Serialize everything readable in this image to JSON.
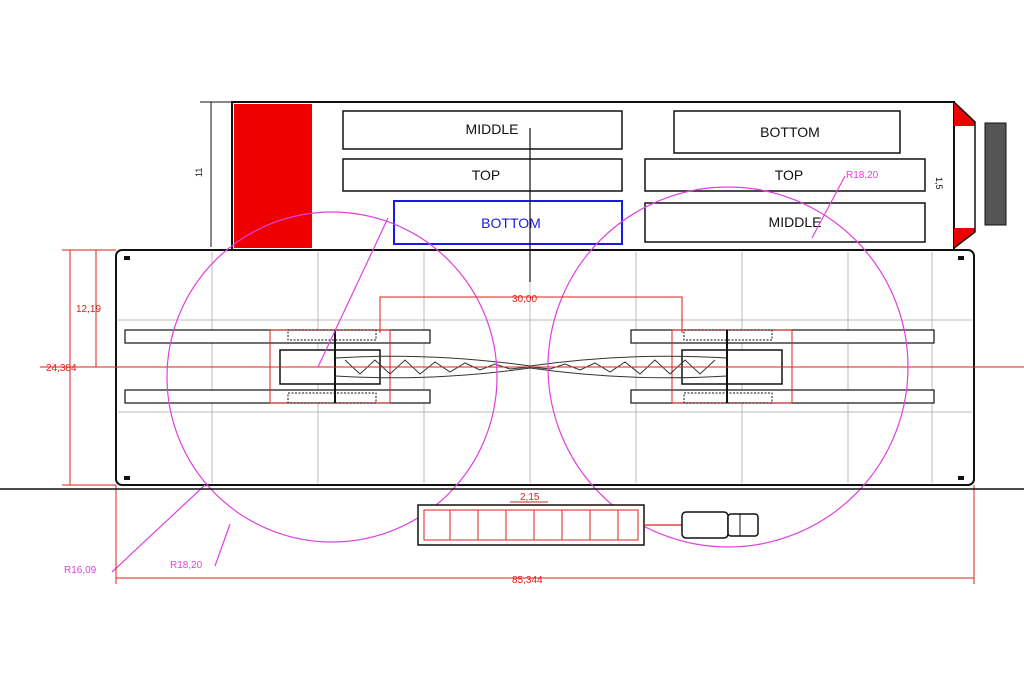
{
  "labels": {
    "tl_middle": "MIDDLE",
    "tl_top": "TOP",
    "tl_bottom": "BOTTOM",
    "tr_bottom": "BOTTOM",
    "tr_top": "TOP",
    "tr_middle": "MIDDLE"
  },
  "dimensions": {
    "half_width": "12,19",
    "full_width": "24,384",
    "center_spacing": "30,00",
    "total_length": "85,344",
    "small": "2,15",
    "side_left": "11",
    "side_right": "1,5"
  },
  "radii": {
    "left_inner": "R16,09",
    "left_outer": "R18,20",
    "right": "R18,20"
  },
  "colors": {
    "line": "#111111",
    "dimension": "#e0201a",
    "radius": "#e040e0",
    "highlight": "#1a1ae6",
    "panel_fill": "#ee0000",
    "end_block": "#555555"
  }
}
